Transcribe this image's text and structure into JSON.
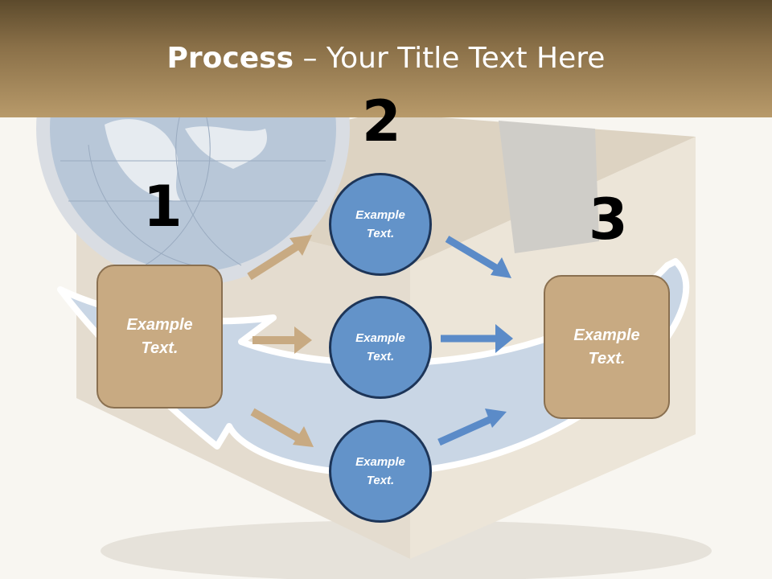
{
  "slide": {
    "title_bold": "Process",
    "title_rest": " – Your Title Text Here",
    "numbers": [
      "1",
      "2",
      "3"
    ],
    "box_left": "Example\nText.",
    "box_right": "Example\nText.",
    "circles": [
      "Example\nText.",
      "Example\nText.",
      "Example\nText."
    ]
  },
  "colors": {
    "header": "#8a7048",
    "box_fill": "#c8aa82",
    "circle_fill": "#6393c9",
    "tan_arrow": "#c8aa82",
    "blue_arrow": "#5b8bc8"
  }
}
